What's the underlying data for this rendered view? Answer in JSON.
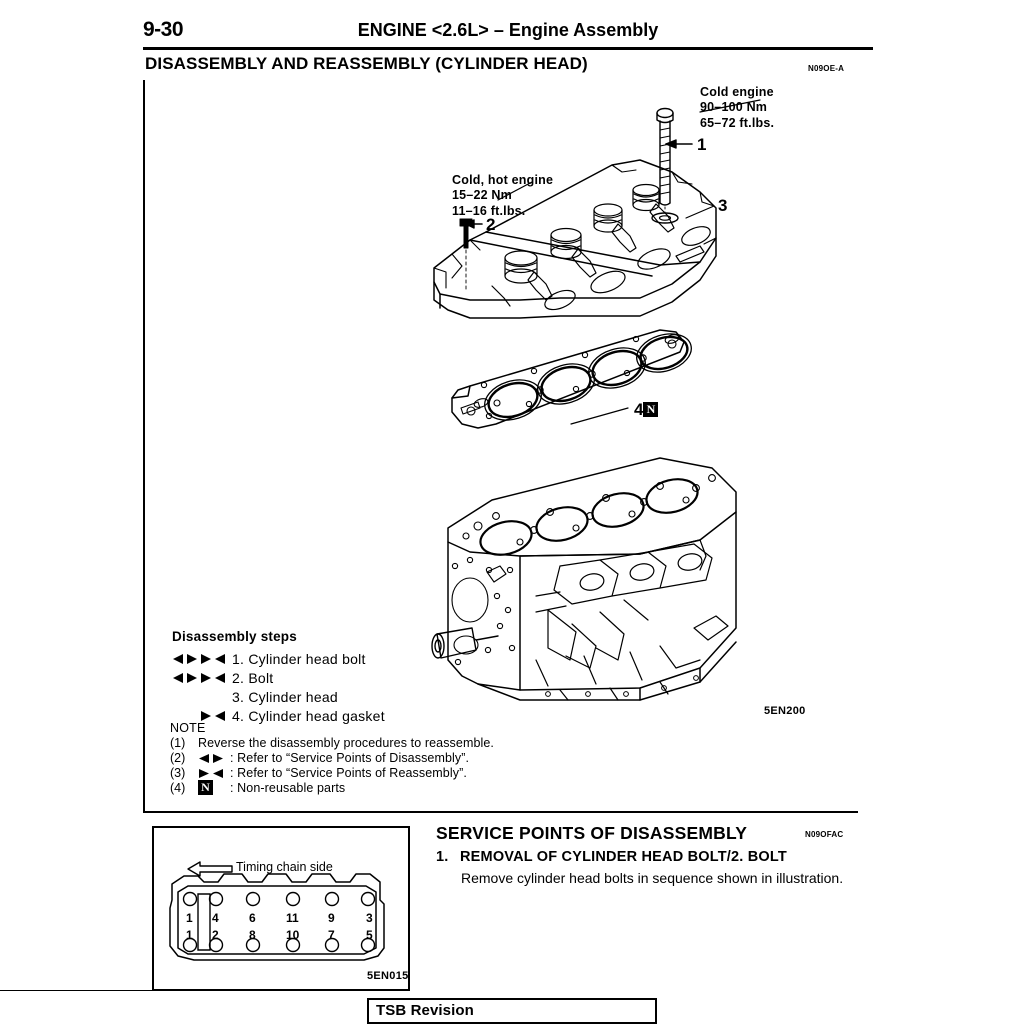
{
  "header": {
    "page_number": "9-30",
    "title": "ENGINE <2.6L> – Engine Assembly"
  },
  "section": {
    "title": "DISASSEMBLY AND REASSEMBLY (CYLINDER HEAD)",
    "ref_code": "N09OE-A",
    "figure_code": "5EN200"
  },
  "callouts": [
    {
      "id": "callout-1",
      "text": "Cold engine\n90–100 Nm\n65–72 ft.lbs.",
      "line1": "Cold engine",
      "line2": "90–100 Nm",
      "line3": "65–72 ft.lbs.",
      "number": "1"
    },
    {
      "id": "callout-2",
      "text": "Cold, hot engine\n15–22 Nm\n11–16 ft.lbs.",
      "line1": "Cold, hot engine",
      "line2": "15–22 Nm",
      "line3": "11–16 ft.lbs.",
      "number": "2"
    }
  ],
  "part_numbers": {
    "head_number": "3",
    "gasket_number": "4",
    "gasket_marker": "N"
  },
  "disassembly": {
    "heading": "Disassembly steps",
    "steps": [
      {
        "num": "1.",
        "label": "1. Cylinder head bolt",
        "disassembly_marker": true,
        "reassembly_marker": true
      },
      {
        "num": "2.",
        "label": "2. Bolt",
        "disassembly_marker": true,
        "reassembly_marker": true
      },
      {
        "num": "3.",
        "label": "3. Cylinder head",
        "disassembly_marker": false,
        "reassembly_marker": false
      },
      {
        "num": "4.",
        "label": "4. Cylinder head gasket",
        "disassembly_marker": false,
        "reassembly_marker": true
      }
    ]
  },
  "note": {
    "heading": "NOTE",
    "items": [
      {
        "index": "(1)",
        "marker": "none",
        "text": "Reverse the disassembly procedures to reassemble."
      },
      {
        "index": "(2)",
        "marker": "disassembly",
        "text": ": Refer to “Service Points of Disassembly”."
      },
      {
        "index": "(3)",
        "marker": "reassembly",
        "text": ": Refer to “Service Points of Reassembly”."
      },
      {
        "index": "(4)",
        "marker": "nonreusable",
        "text": ": Non-reusable parts"
      }
    ]
  },
  "sequence_diagram": {
    "arrow_label": "Timing chain side",
    "figure_code": "5EN015",
    "top_row": [
      "1",
      "4",
      "6",
      "11",
      "9",
      "3"
    ],
    "bottom_row": [
      "1",
      "2",
      "8",
      "10",
      "7",
      "5"
    ]
  },
  "service_points": {
    "title": "SERVICE POINTS OF DISASSEMBLY",
    "ref_code": "N09OFAC",
    "step_number": "1.",
    "step_title": "REMOVAL OF CYLINDER HEAD BOLT/2. BOLT",
    "body": "Remove cylinder head bolts in sequence shown in illustration."
  },
  "footer": {
    "tsb_label": "TSB Revision"
  },
  "colors": {
    "ink": "#000000",
    "paper": "#ffffff"
  }
}
